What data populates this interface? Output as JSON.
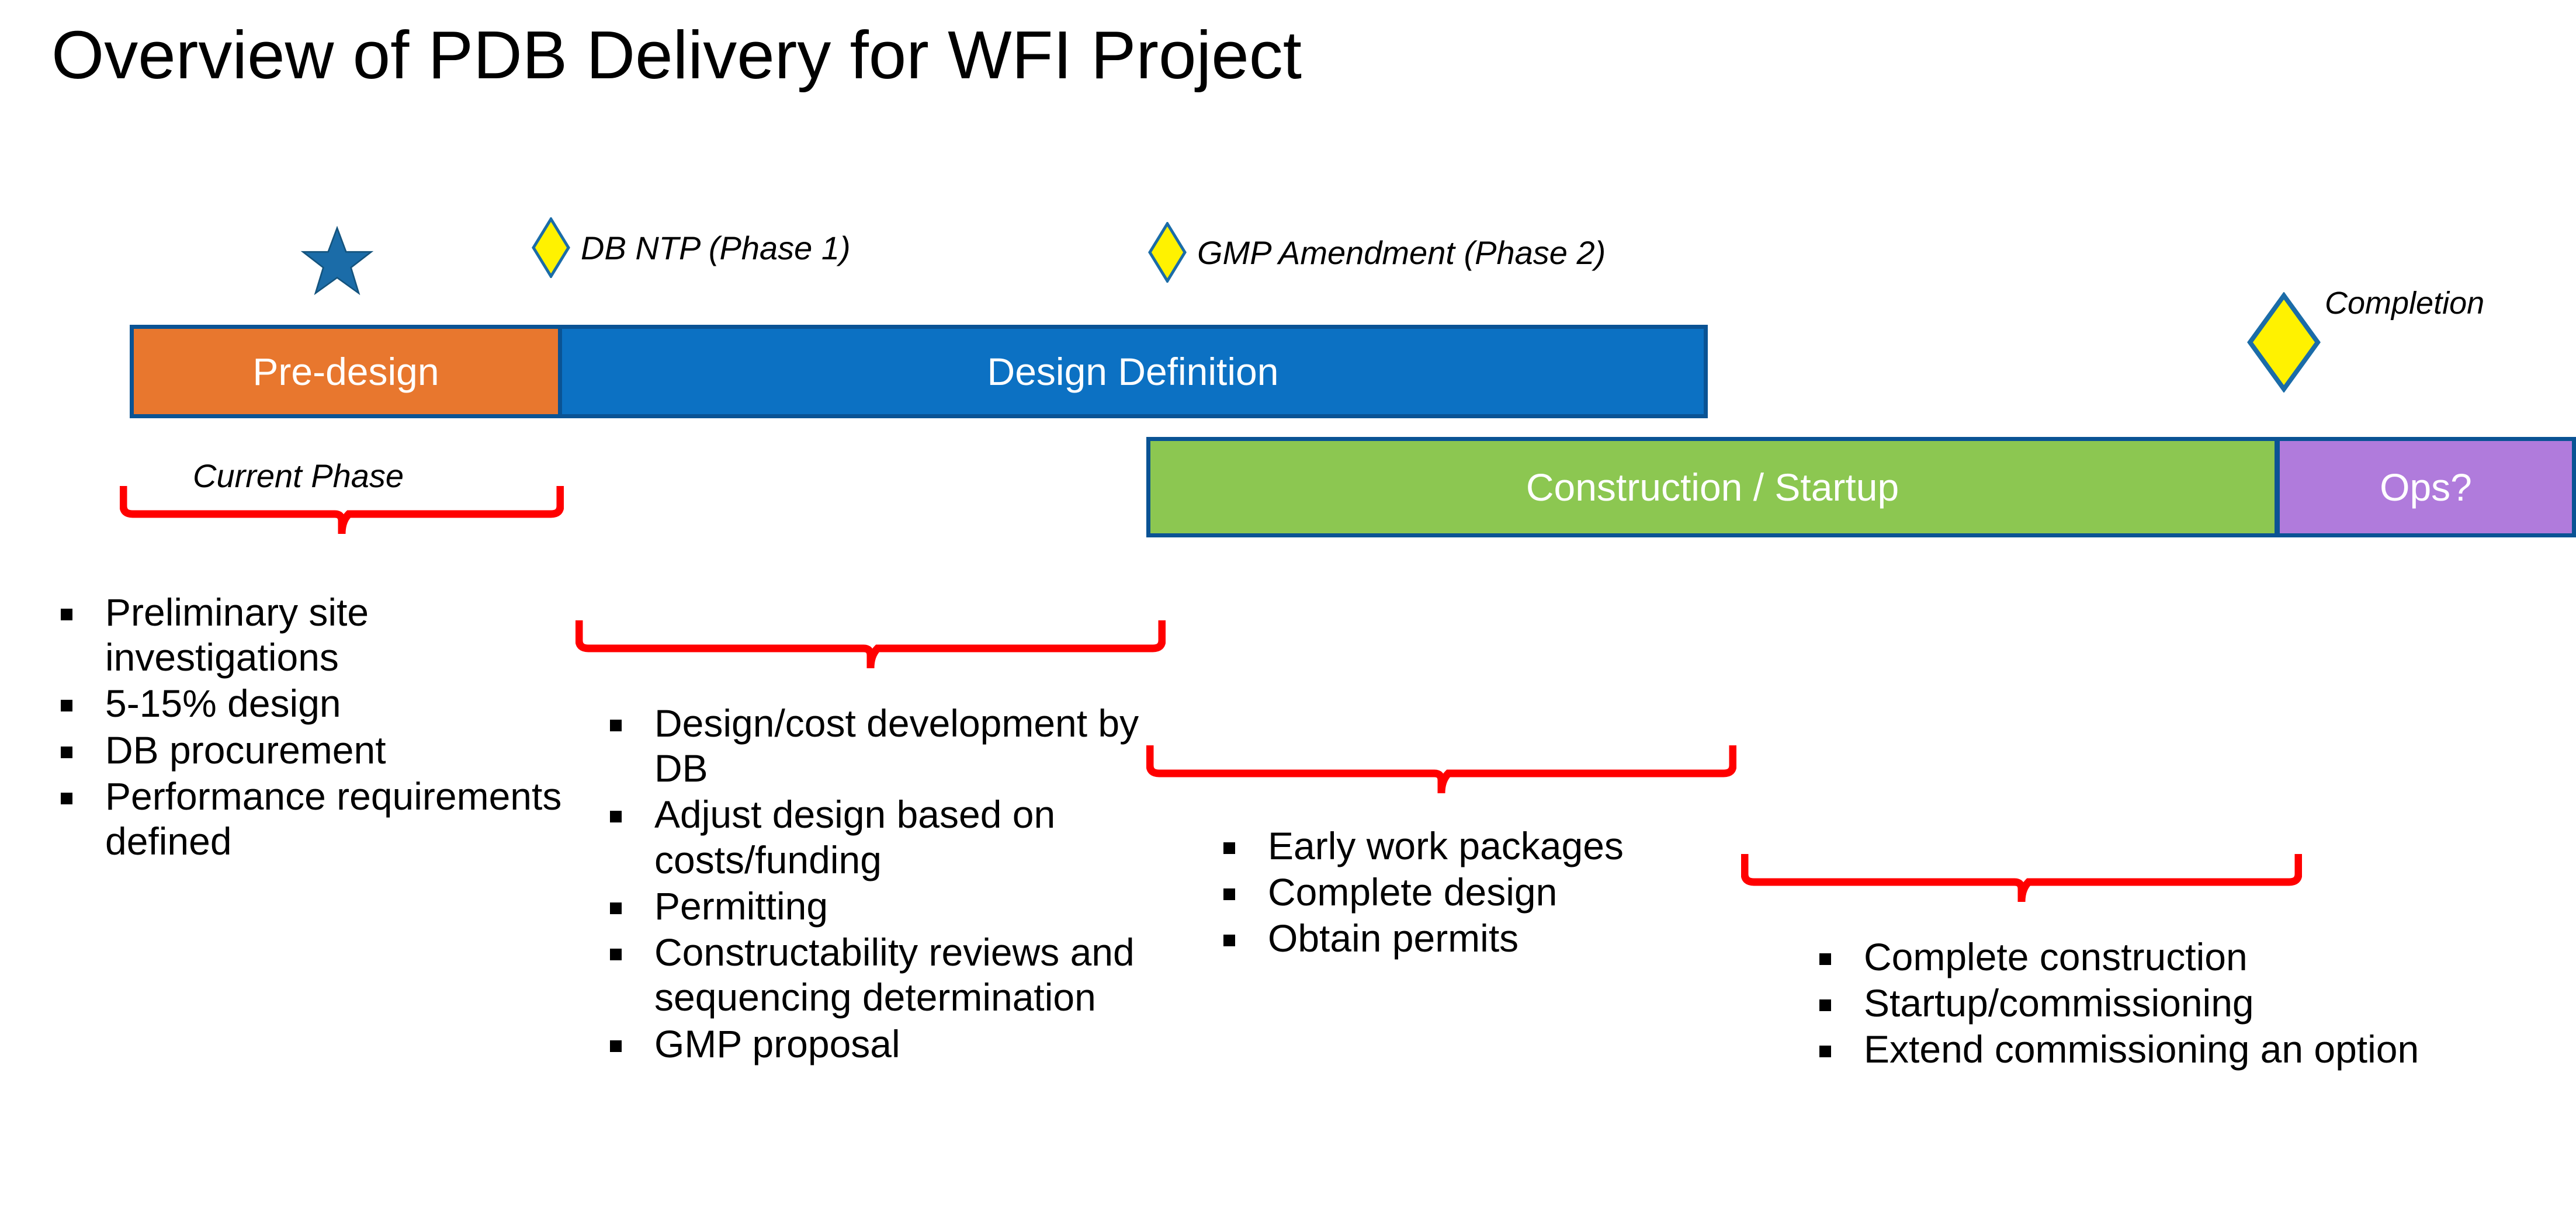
{
  "slide": {
    "title": "Overview of PDB Delivery for WFI Project",
    "background_color": "#FFFFFF"
  },
  "colors": {
    "pre_design": "#E8772E",
    "design_definition": "#0C71C3",
    "construction": "#8CC751",
    "ops": "#B07BDC",
    "bar_border": "#0A5394",
    "milestone_diamond_fill": "#FFF200",
    "milestone_diamond_stroke": "#1B6CA8",
    "star": "#1B6CA8",
    "brace": "#FF0000",
    "bar_text": "#FFFFFF"
  },
  "timeline": {
    "row1": [
      {
        "id": "pre-design",
        "label": "Pre-design",
        "color": "#E8772E"
      },
      {
        "id": "design-definition",
        "label": "Design Definition",
        "color": "#0C71C3"
      }
    ],
    "row2": [
      {
        "id": "construction",
        "label": "Construction / Startup",
        "color": "#8CC751"
      },
      {
        "id": "ops",
        "label": "Ops?",
        "color": "#B07BDC"
      }
    ]
  },
  "markers": {
    "star": {
      "icon": "star-icon",
      "label": ""
    },
    "db_ntp": {
      "icon": "diamond-milestone-icon",
      "label": "DB NTP (Phase 1)"
    },
    "gmp_amendment": {
      "icon": "diamond-milestone-icon",
      "label": "GMP Amendment  (Phase 2)"
    },
    "completion": {
      "icon": "diamond-milestone-icon",
      "label": "Completion"
    }
  },
  "annotations": {
    "current_phase": "Current Phase"
  },
  "lists": {
    "pre_design": [
      "Preliminary site investigations",
      "5-15% design",
      "DB procurement",
      "Performance requirements defined"
    ],
    "design_definition": [
      "Design/cost development by DB",
      "Adjust design based on costs/funding",
      "Permitting",
      "Constructability reviews and sequencing determination",
      "GMP proposal"
    ],
    "early_work": [
      "Early work packages",
      "Complete design",
      "Obtain permits"
    ],
    "construction": [
      "Complete construction",
      "Startup/commissioning",
      "Extend commissioning an option"
    ]
  }
}
